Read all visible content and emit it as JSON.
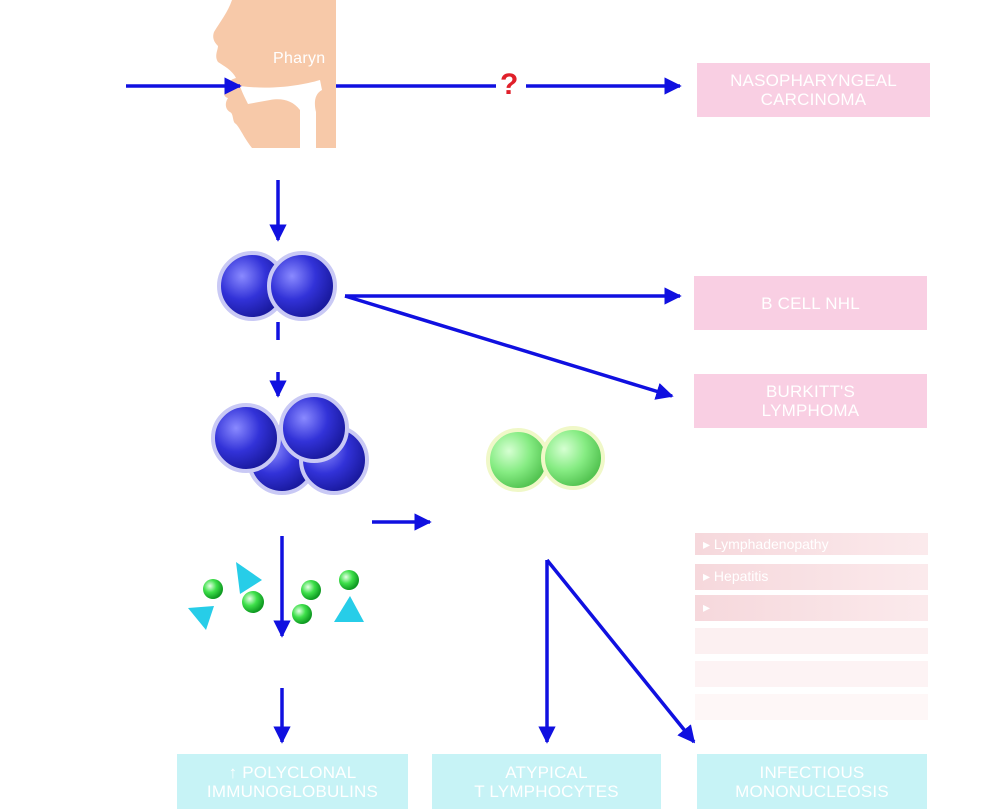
{
  "face": {
    "label": "Pharyn"
  },
  "question_mark": "?",
  "outcomes": {
    "nasopharyngeal": [
      "NASOPHARYNGEAL",
      "CARCINOMA"
    ],
    "bcell_nhl": [
      "B CELL NHL"
    ],
    "burkitt": [
      "BURKITT'S",
      "LYMPHOMA"
    ]
  },
  "bottom_boxes": {
    "polyclonal": [
      "↑ POLYCLONAL",
      "IMMUNOGLOBULINS"
    ],
    "atypical": [
      "ATYPICAL",
      "T LYMPHOCYTES"
    ],
    "mononucleosis": [
      "INFECTIOUS",
      "MONONUCLEOSIS"
    ]
  },
  "complication_list": [
    "▸ Lymphadenopathy",
    "▸ Hepatitis",
    "▸",
    "",
    "",
    ""
  ],
  "colors": {
    "arrow": "#1010e0",
    "pink_box": "#f9cfe3",
    "cyan_box": "#c7f3f6",
    "b_cell": "#2f2fd9",
    "t_cell": "#7de87a",
    "face": "#f7c9a9",
    "question": "#e0202a"
  }
}
